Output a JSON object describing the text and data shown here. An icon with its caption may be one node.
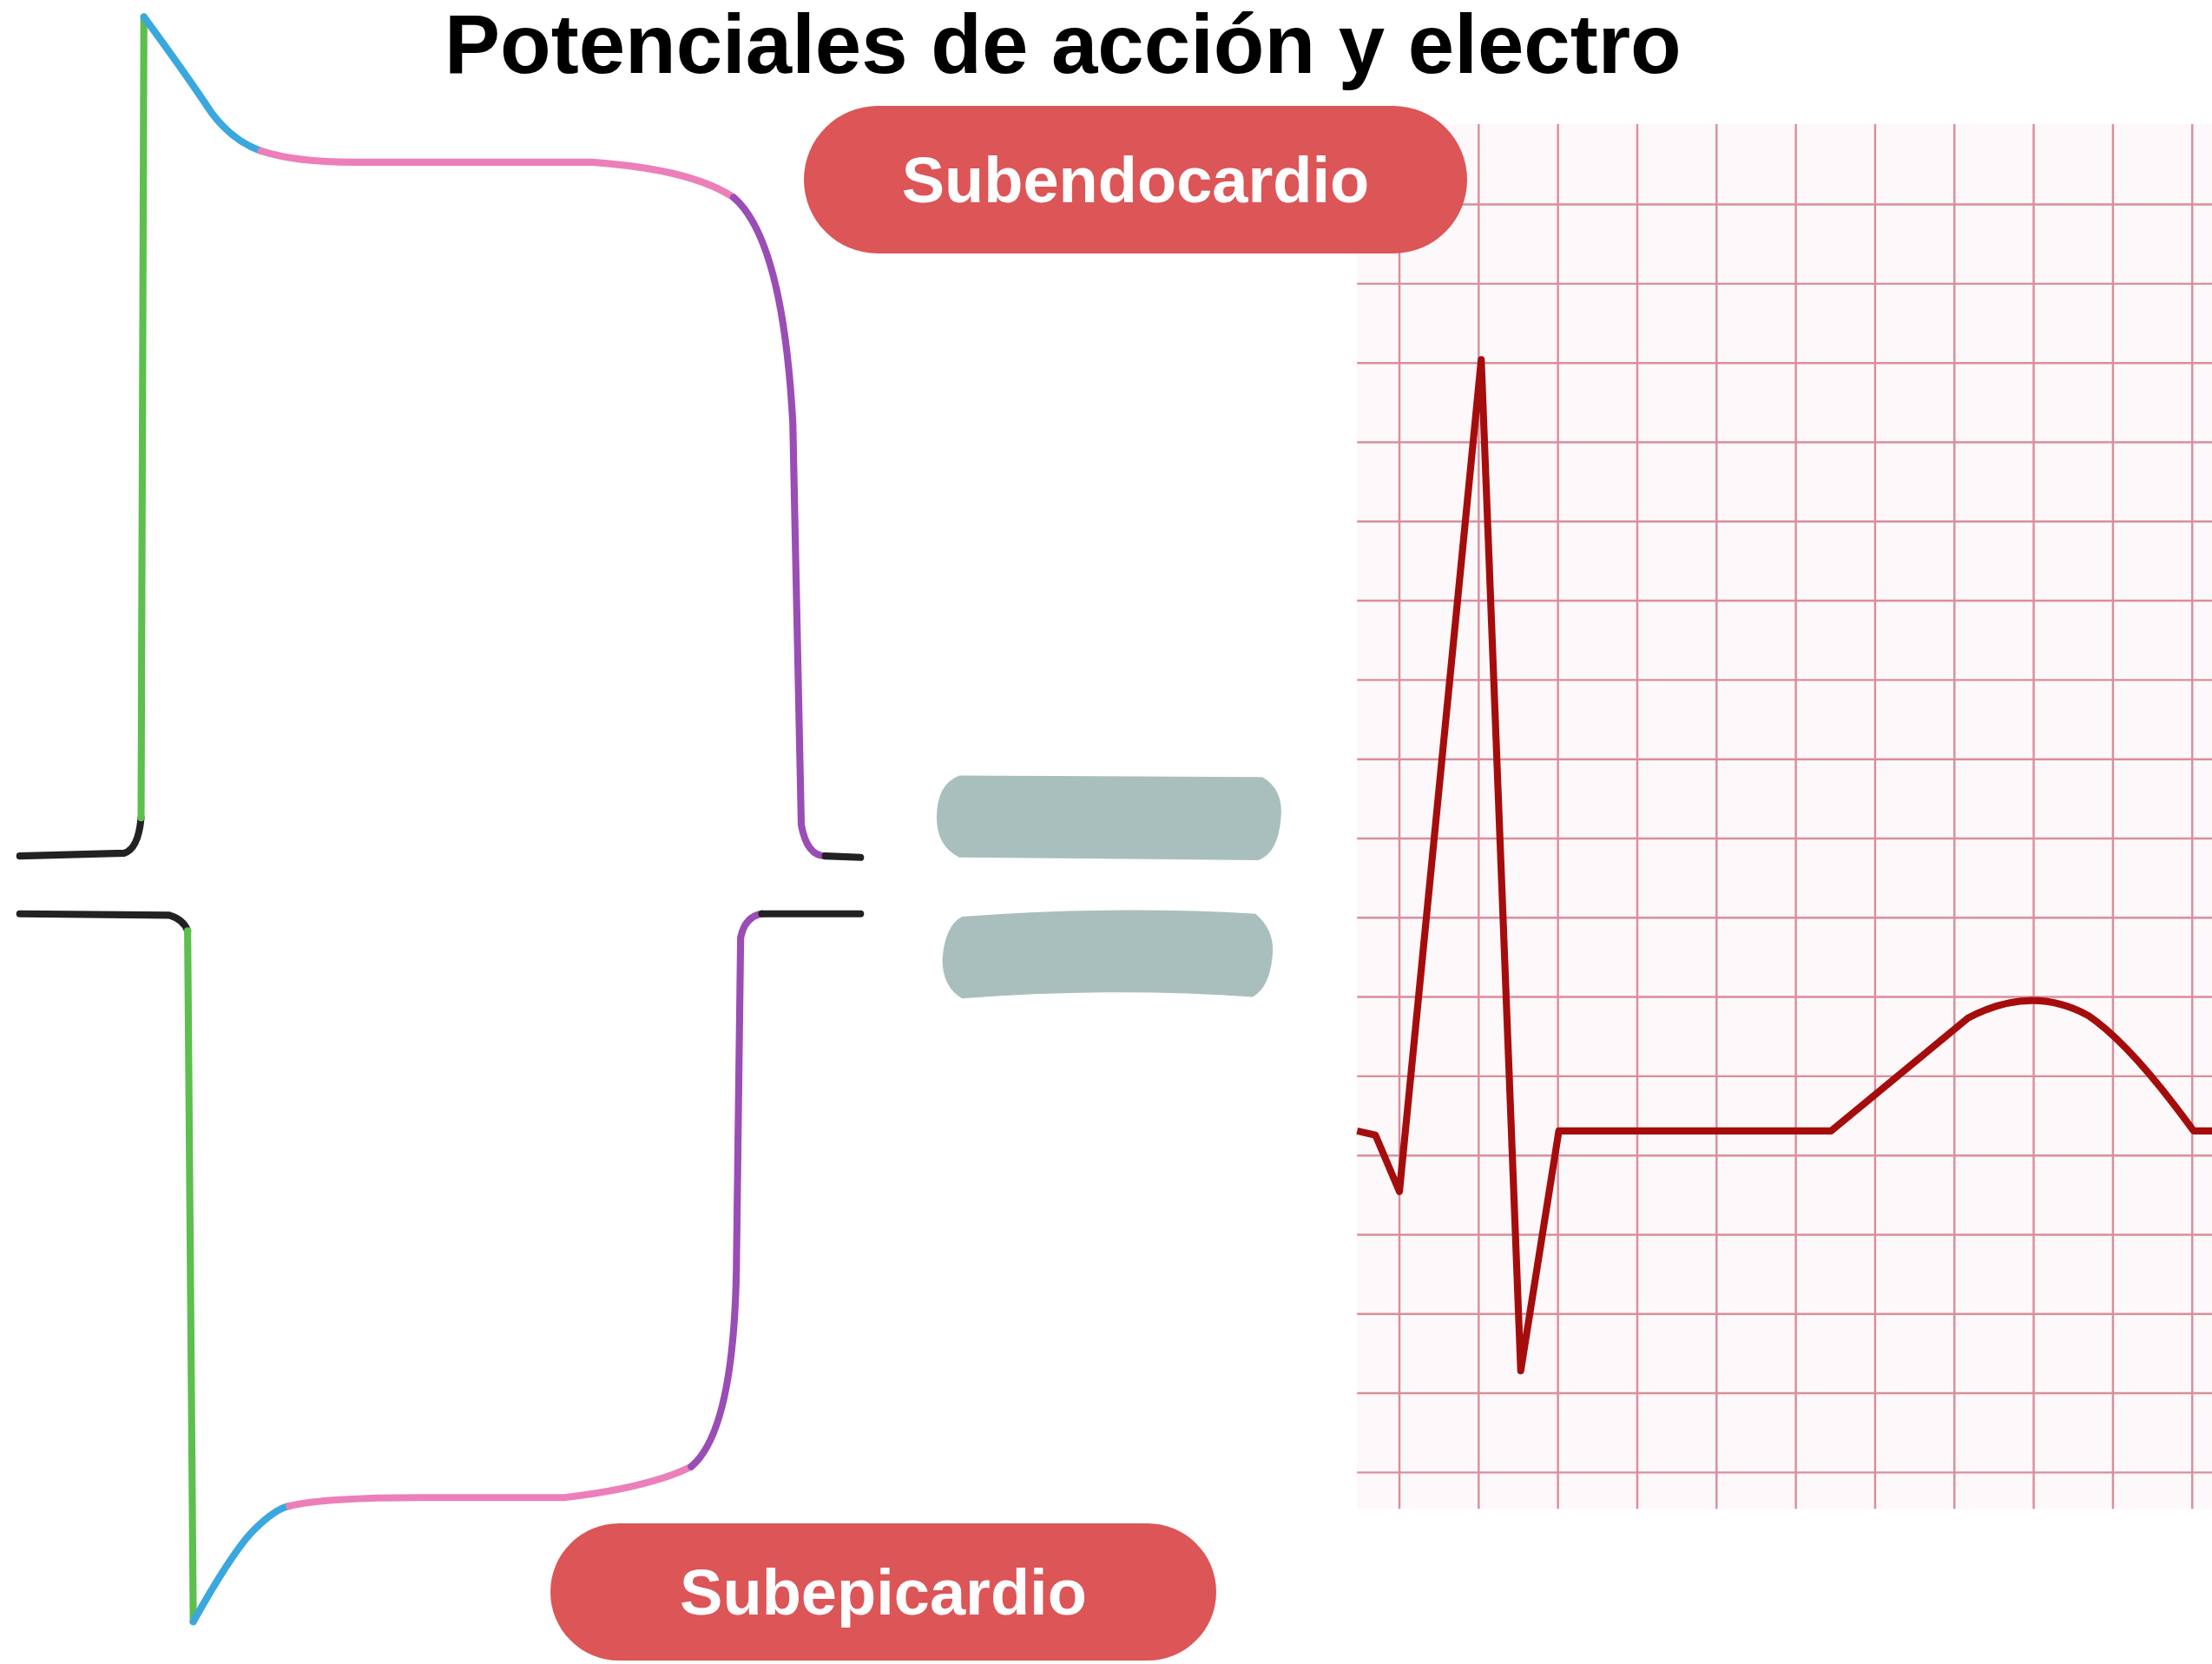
{
  "diagram": {
    "title": "Potenciales de acción y electro",
    "nodes": [
      {
        "text": [
          "Subendocardio"
        ]
      },
      {
        "text": [
          "Subepicardio"
        ]
      }
    ]
  }
}
